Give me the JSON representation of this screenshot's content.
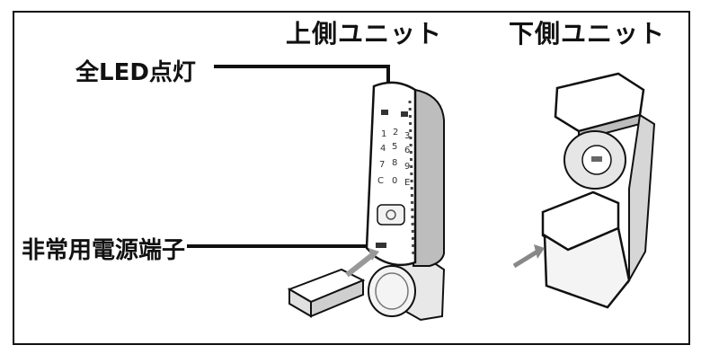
{
  "headings": {
    "upper_unit": "上側ユニット",
    "lower_unit": "下側ユニット"
  },
  "callouts": {
    "all_led_on": "全LED点灯",
    "emergency_terminal": "非常用電源端子"
  },
  "keypad": {
    "keys": [
      "1",
      "2",
      "3",
      "4",
      "5",
      "6",
      "7",
      "8",
      "9",
      "C",
      "0",
      "E"
    ]
  },
  "colors": {
    "line": "#111111",
    "device_face": "#ffffff",
    "device_shade": "#cfcfcf",
    "device_dark": "#7a7a7a",
    "arrow": "#555555"
  }
}
